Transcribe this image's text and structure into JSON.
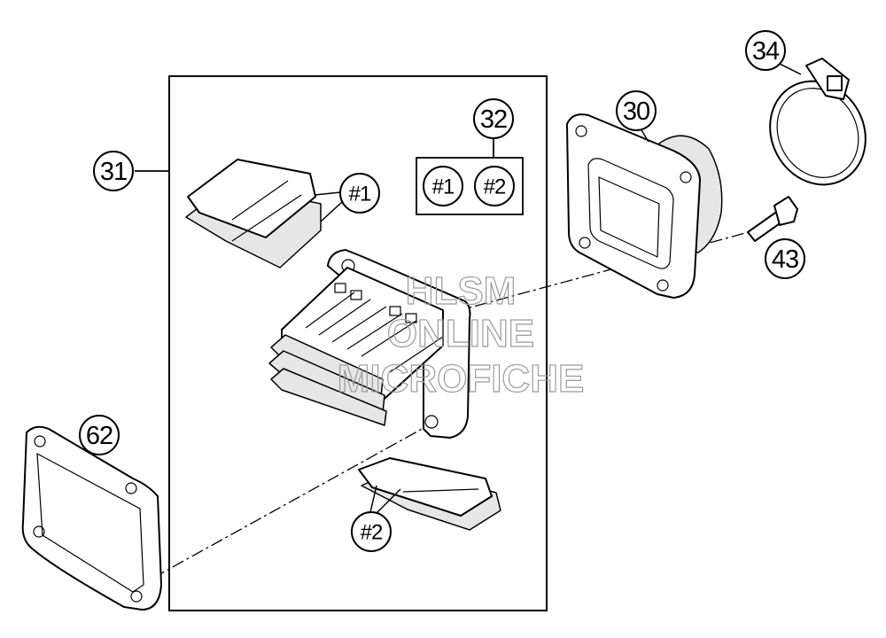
{
  "callouts": {
    "c31": "31",
    "c32": "32",
    "c30": "30",
    "c34": "34",
    "c43": "43",
    "c62": "62",
    "ref1": "#1",
    "ref2": "#2",
    "kit_ref1": "#1",
    "kit_ref2": "#2"
  },
  "watermark": {
    "line1": "HLSM",
    "line2": "ONLINE",
    "line3": "MICROFICHE"
  }
}
